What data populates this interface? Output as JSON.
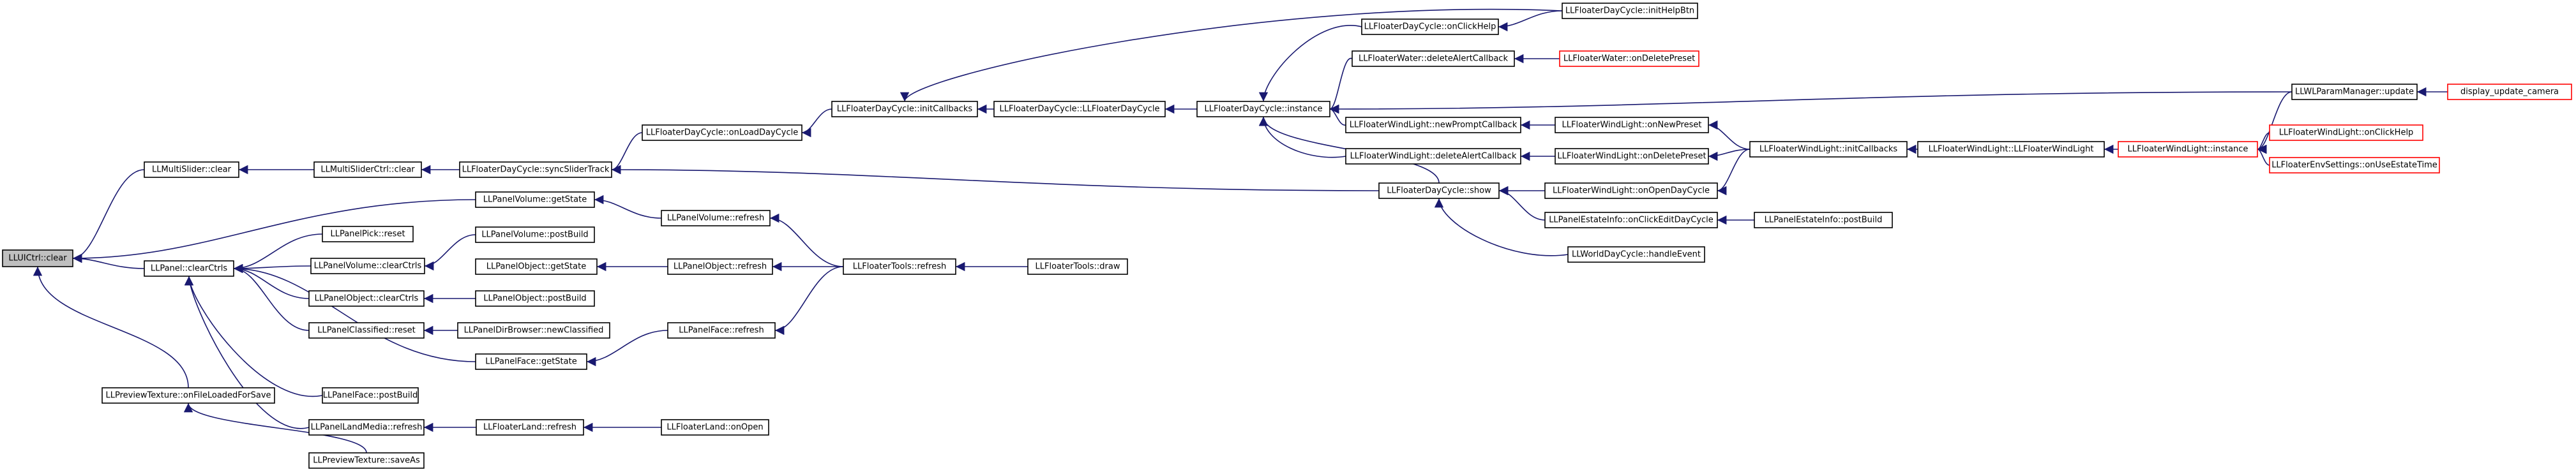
{
  "colors": {
    "edge": "#191970",
    "node_border": "#000000",
    "red_border": "#ff0000",
    "root_fill": "#bfbfbf"
  },
  "nodes": [
    {
      "id": "root",
      "label": "LLUICtrl::clear",
      "kind": "root"
    },
    {
      "id": "ms_clear",
      "label": "LLMultiSlider::clear"
    },
    {
      "id": "msc_clear",
      "label": "LLMultiSliderCtrl::clear"
    },
    {
      "id": "dc_sync",
      "label": "LLFloaterDayCycle::syncSliderTrack"
    },
    {
      "id": "dc_onload",
      "label": "LLFloaterDayCycle::onLoadDayCycle"
    },
    {
      "id": "dc_initcb",
      "label": "LLFloaterDayCycle::initCallbacks"
    },
    {
      "id": "dc_ctor",
      "label": "LLFloaterDayCycle::LLFloaterDayCycle"
    },
    {
      "id": "dc_instance",
      "label": "LLFloaterDayCycle::instance"
    },
    {
      "id": "dc_onclickhelp",
      "label": "LLFloaterDayCycle::onClickHelp"
    },
    {
      "id": "dc_inithelp",
      "label": "LLFloaterDayCycle::initHelpBtn"
    },
    {
      "id": "fw_delete",
      "label": "LLFloaterWater::deleteAlertCallback"
    },
    {
      "id": "fw_ondelete",
      "label": "LLFloaterWater::onDeletePreset",
      "kind": "red"
    },
    {
      "id": "wlp_update",
      "label": "LLWLParamManager::update"
    },
    {
      "id": "display_update",
      "label": "display_update_camera",
      "kind": "red"
    },
    {
      "id": "fwl_newprompt",
      "label": "LLFloaterWindLight::newPromptCallback"
    },
    {
      "id": "fwl_onnew",
      "label": "LLFloaterWindLight::onNewPreset"
    },
    {
      "id": "fwl_delcb",
      "label": "LLFloaterWindLight::deleteAlertCallback"
    },
    {
      "id": "fwl_ondel",
      "label": "LLFloaterWindLight::onDeletePreset"
    },
    {
      "id": "fwl_initcb",
      "label": "LLFloaterWindLight::initCallbacks"
    },
    {
      "id": "fwl_ctor",
      "label": "LLFloaterWindLight::LLFloaterWindLight"
    },
    {
      "id": "fwl_instance",
      "label": "LLFloaterWindLight::instance",
      "kind": "red"
    },
    {
      "id": "fwl_onclickhelp",
      "label": "LLFloaterWindLight::onClickHelp",
      "kind": "red"
    },
    {
      "id": "fes_onuse",
      "label": "LLFloaterEnvSettings::onUseEstateTime",
      "kind": "red"
    },
    {
      "id": "dc_show",
      "label": "LLFloaterDayCycle::show"
    },
    {
      "id": "fwl_onopen",
      "label": "LLFloaterWindLight::onOpenDayCycle"
    },
    {
      "id": "pei_onclick",
      "label": "LLPanelEstateInfo::onClickEditDayCycle"
    },
    {
      "id": "pei_postbuild",
      "label": "LLPanelEstateInfo::postBuild"
    },
    {
      "id": "wdc_handle",
      "label": "LLWorldDayCycle::handleEvent"
    },
    {
      "id": "pv_getstate",
      "label": "LLPanelVolume::getState"
    },
    {
      "id": "pv_refresh",
      "label": "LLPanelVolume::refresh"
    },
    {
      "id": "pv_clearctrls",
      "label": "LLPanelVolume::clearCtrls"
    },
    {
      "id": "pv_postbuild",
      "label": "LLPanelVolume::postBuild"
    },
    {
      "id": "pp_reset",
      "label": "LLPanelPick::reset"
    },
    {
      "id": "p_clearctrls",
      "label": "LLPanel::clearCtrls"
    },
    {
      "id": "po_getstate",
      "label": "LLPanelObject::getState"
    },
    {
      "id": "po_refresh",
      "label": "LLPanelObject::refresh"
    },
    {
      "id": "ft_refresh",
      "label": "LLFloaterTools::refresh"
    },
    {
      "id": "ft_draw",
      "label": "LLFloaterTools::draw"
    },
    {
      "id": "po_clearctrls",
      "label": "LLPanelObject::clearCtrls"
    },
    {
      "id": "po_postbuild",
      "label": "LLPanelObject::postBuild"
    },
    {
      "id": "pc_reset",
      "label": "LLPanelClassified::reset"
    },
    {
      "id": "pdb_newclass",
      "label": "LLPanelDirBrowser::newClassified"
    },
    {
      "id": "pf_getstate",
      "label": "LLPanelFace::getState"
    },
    {
      "id": "pf_refresh",
      "label": "LLPanelFace::refresh"
    },
    {
      "id": "pf_postbuild",
      "label": "LLPanelFace::postBuild"
    },
    {
      "id": "plm_refresh",
      "label": "LLPanelLandMedia::refresh"
    },
    {
      "id": "fl_refresh",
      "label": "LLFloaterLand::refresh"
    },
    {
      "id": "fl_onopen",
      "label": "LLFloaterLand::onOpen"
    },
    {
      "id": "pt_onfile",
      "label": "LLPreviewTexture::onFileLoadedForSave"
    },
    {
      "id": "pt_saveas",
      "label": "LLPreviewTexture::saveAs"
    }
  ],
  "edges": [
    [
      "ms_clear",
      "root"
    ],
    [
      "pv_getstate",
      "root"
    ],
    [
      "p_clearctrls",
      "root"
    ],
    [
      "pt_onfile",
      "root"
    ],
    [
      "msc_clear",
      "ms_clear"
    ],
    [
      "dc_sync",
      "msc_clear"
    ],
    [
      "dc_onload",
      "dc_sync"
    ],
    [
      "dc_show",
      "dc_sync"
    ],
    [
      "dc_initcb",
      "dc_onload"
    ],
    [
      "dc_ctor",
      "dc_initcb"
    ],
    [
      "dc_inithelp",
      "dc_initcb"
    ],
    [
      "dc_instance",
      "dc_ctor"
    ],
    [
      "dc_onclickhelp",
      "dc_instance"
    ],
    [
      "fw_delete",
      "dc_instance"
    ],
    [
      "wlp_update",
      "dc_instance"
    ],
    [
      "fwl_newprompt",
      "dc_instance"
    ],
    [
      "fwl_delcb",
      "dc_instance"
    ],
    [
      "dc_show",
      "dc_instance"
    ],
    [
      "dc_inithelp",
      "dc_onclickhelp"
    ],
    [
      "fw_ondelete",
      "fw_delete"
    ],
    [
      "display_update",
      "wlp_update"
    ],
    [
      "fwl_onnew",
      "fwl_newprompt"
    ],
    [
      "fwl_initcb",
      "fwl_onnew"
    ],
    [
      "fwl_ondel",
      "fwl_delcb"
    ],
    [
      "fwl_initcb",
      "fwl_ondel"
    ],
    [
      "fwl_ctor",
      "fwl_initcb"
    ],
    [
      "fwl_instance",
      "fwl_ctor"
    ],
    [
      "wlp_update",
      "fwl_instance"
    ],
    [
      "fwl_onclickhelp",
      "fwl_instance"
    ],
    [
      "fes_onuse",
      "fwl_instance"
    ],
    [
      "fwl_onopen",
      "dc_show"
    ],
    [
      "pei_onclick",
      "dc_show"
    ],
    [
      "wdc_handle",
      "dc_show"
    ],
    [
      "fwl_initcb",
      "fwl_onopen"
    ],
    [
      "pei_postbuild",
      "pei_onclick"
    ],
    [
      "pv_refresh",
      "pv_getstate"
    ],
    [
      "ft_refresh",
      "pv_refresh"
    ],
    [
      "ft_draw",
      "ft_refresh"
    ],
    [
      "pv_postbuild",
      "pv_clearctrls"
    ],
    [
      "pv_clearctrls",
      "p_clearctrls"
    ],
    [
      "pp_reset",
      "p_clearctrls"
    ],
    [
      "po_clearctrls",
      "p_clearctrls"
    ],
    [
      "pc_reset",
      "p_clearctrls"
    ],
    [
      "pf_getstate",
      "p_clearctrls"
    ],
    [
      "pf_postbuild",
      "p_clearctrls"
    ],
    [
      "plm_refresh",
      "p_clearctrls"
    ],
    [
      "po_refresh",
      "po_getstate"
    ],
    [
      "ft_refresh",
      "po_refresh"
    ],
    [
      "po_postbuild",
      "po_clearctrls"
    ],
    [
      "pdb_newclass",
      "pc_reset"
    ],
    [
      "pf_refresh",
      "pf_getstate"
    ],
    [
      "ft_refresh",
      "pf_refresh"
    ],
    [
      "fl_refresh",
      "plm_refresh"
    ],
    [
      "fl_onopen",
      "fl_refresh"
    ],
    [
      "pt_saveas",
      "pt_onfile"
    ]
  ]
}
